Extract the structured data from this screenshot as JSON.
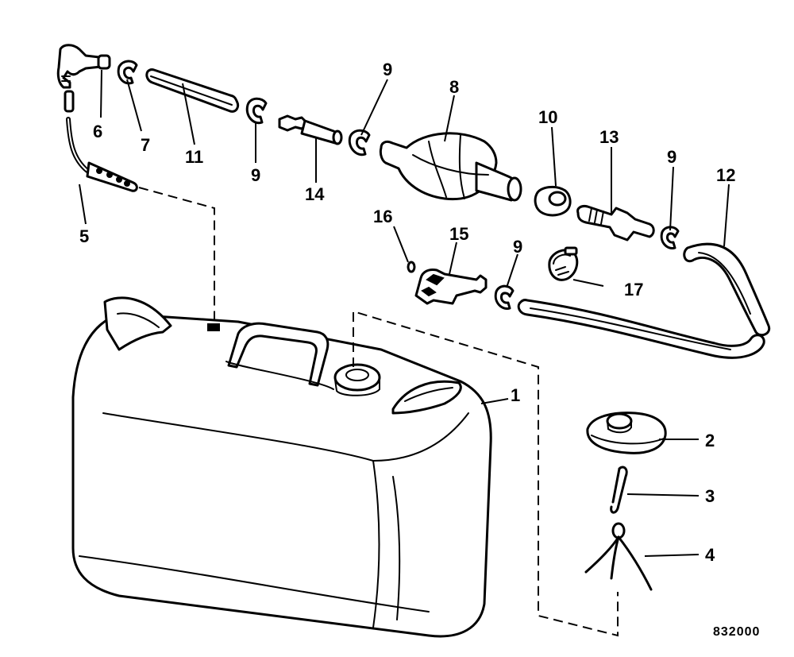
{
  "figure_number": "832000",
  "callouts": {
    "c1": "1",
    "c2": "2",
    "c3": "3",
    "c4": "4",
    "c5": "5",
    "c6": "6",
    "c7": "7",
    "c8": "8",
    "c9a": "9",
    "c9b": "9",
    "c9c": "9",
    "c9d": "9",
    "c10": "10",
    "c11": "11",
    "c12": "12",
    "c13": "13",
    "c14": "14",
    "c15": "15",
    "c16": "16",
    "c17": "17"
  }
}
